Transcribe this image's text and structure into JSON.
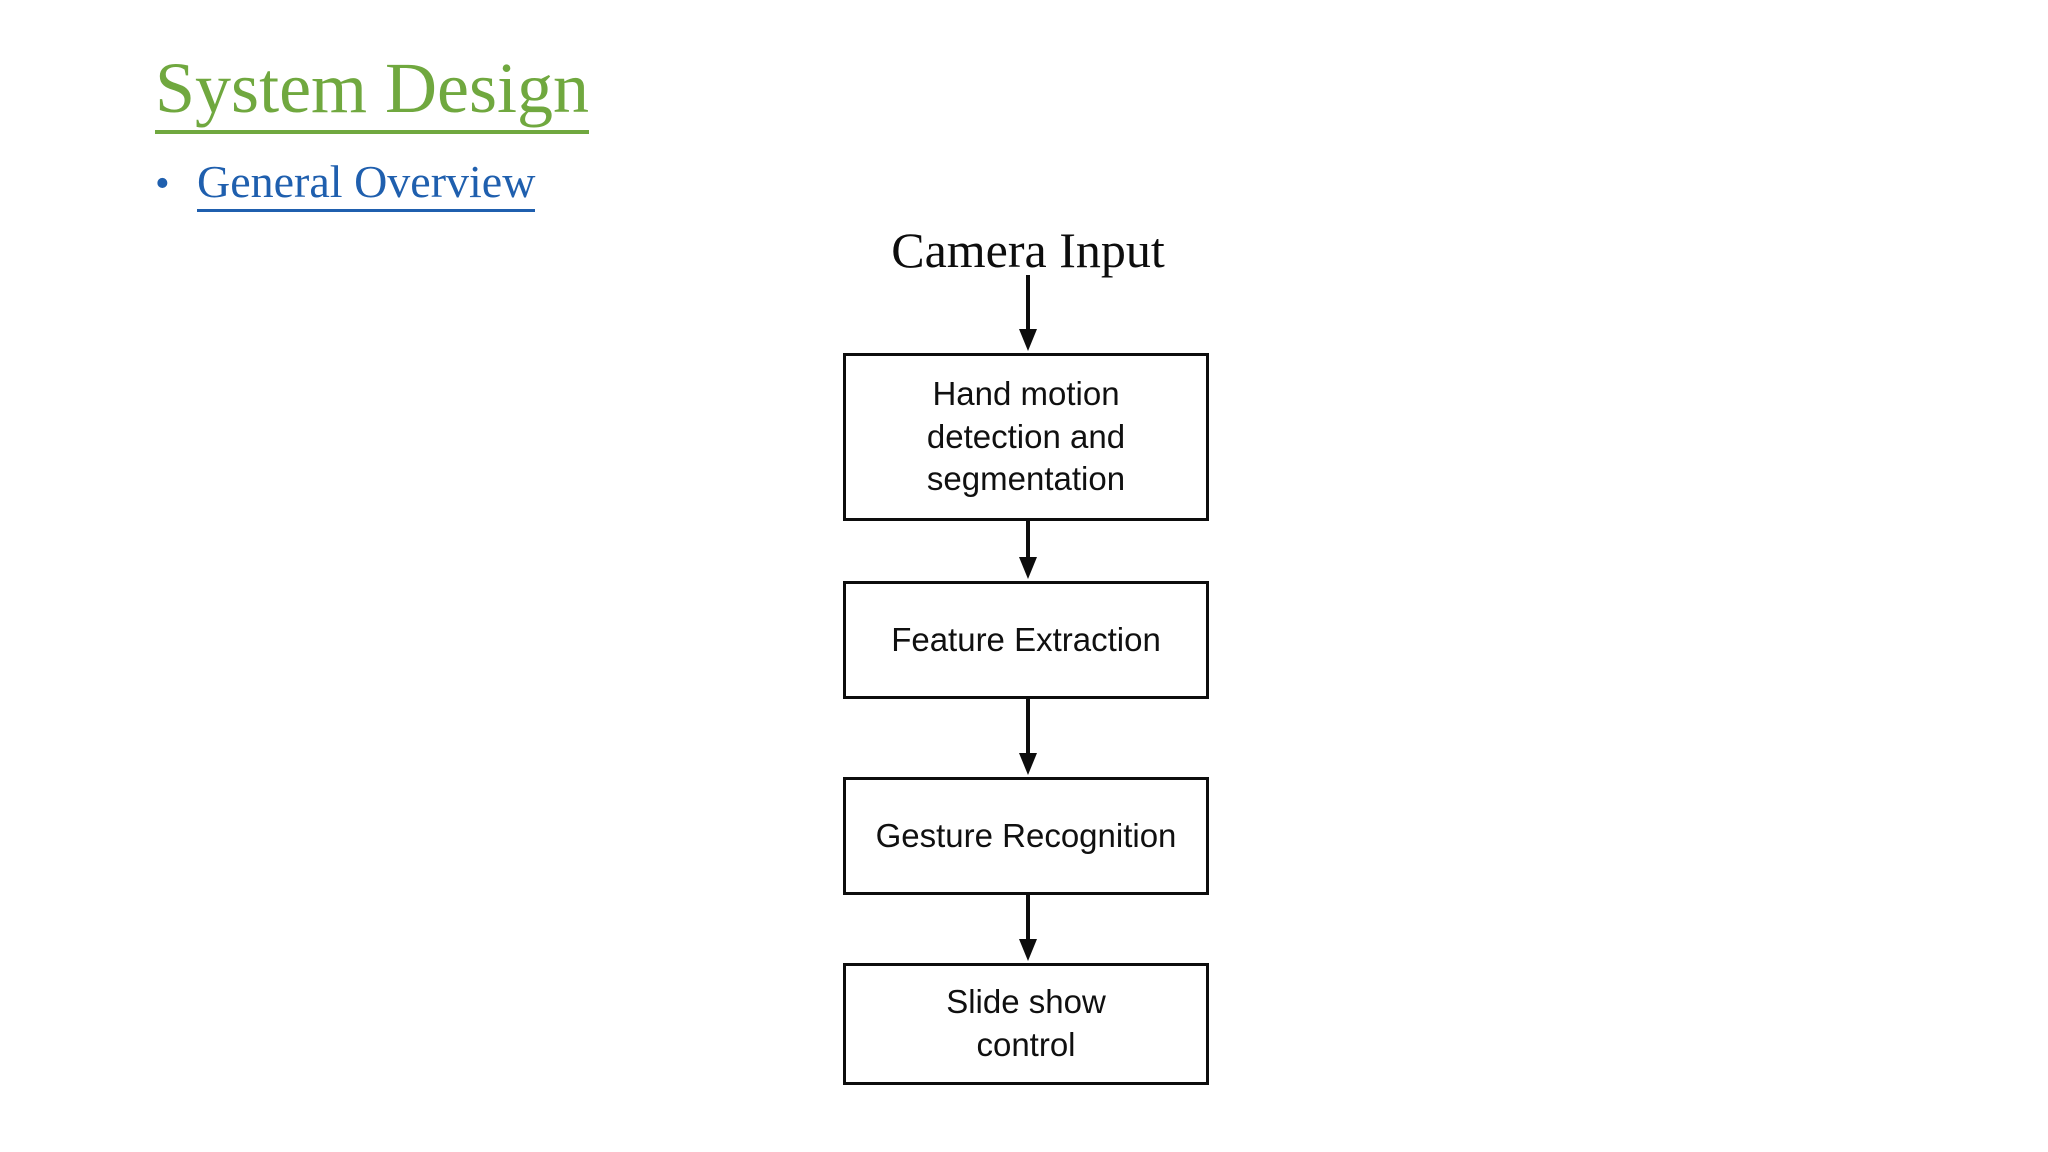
{
  "slide": {
    "title": "System Design",
    "bullet_marker": "•",
    "bullet_text": "General Overview",
    "colors": {
      "title_green": "#70A83F",
      "bullet_blue": "#1F5FAE",
      "box_border": "#0d0d0d",
      "background": "#FFFFFF"
    }
  },
  "flowchart": {
    "source_label": "Camera Input",
    "nodes": [
      {
        "id": "hand-motion",
        "lines": [
          "Hand motion",
          "detection and",
          "segmentation"
        ]
      },
      {
        "id": "feature-extraction",
        "lines": [
          "Feature Extraction"
        ]
      },
      {
        "id": "gesture-recognition",
        "lines": [
          "Gesture Recognition"
        ]
      },
      {
        "id": "slide-show-control",
        "lines": [
          "Slide show",
          "control"
        ]
      }
    ],
    "edges": [
      {
        "from": "Camera Input",
        "to": "Hand motion detection and segmentation"
      },
      {
        "from": "Hand motion detection and segmentation",
        "to": "Feature Extraction"
      },
      {
        "from": "Feature Extraction",
        "to": "Gesture Recognition"
      },
      {
        "from": "Gesture Recognition",
        "to": "Slide show control"
      }
    ]
  }
}
